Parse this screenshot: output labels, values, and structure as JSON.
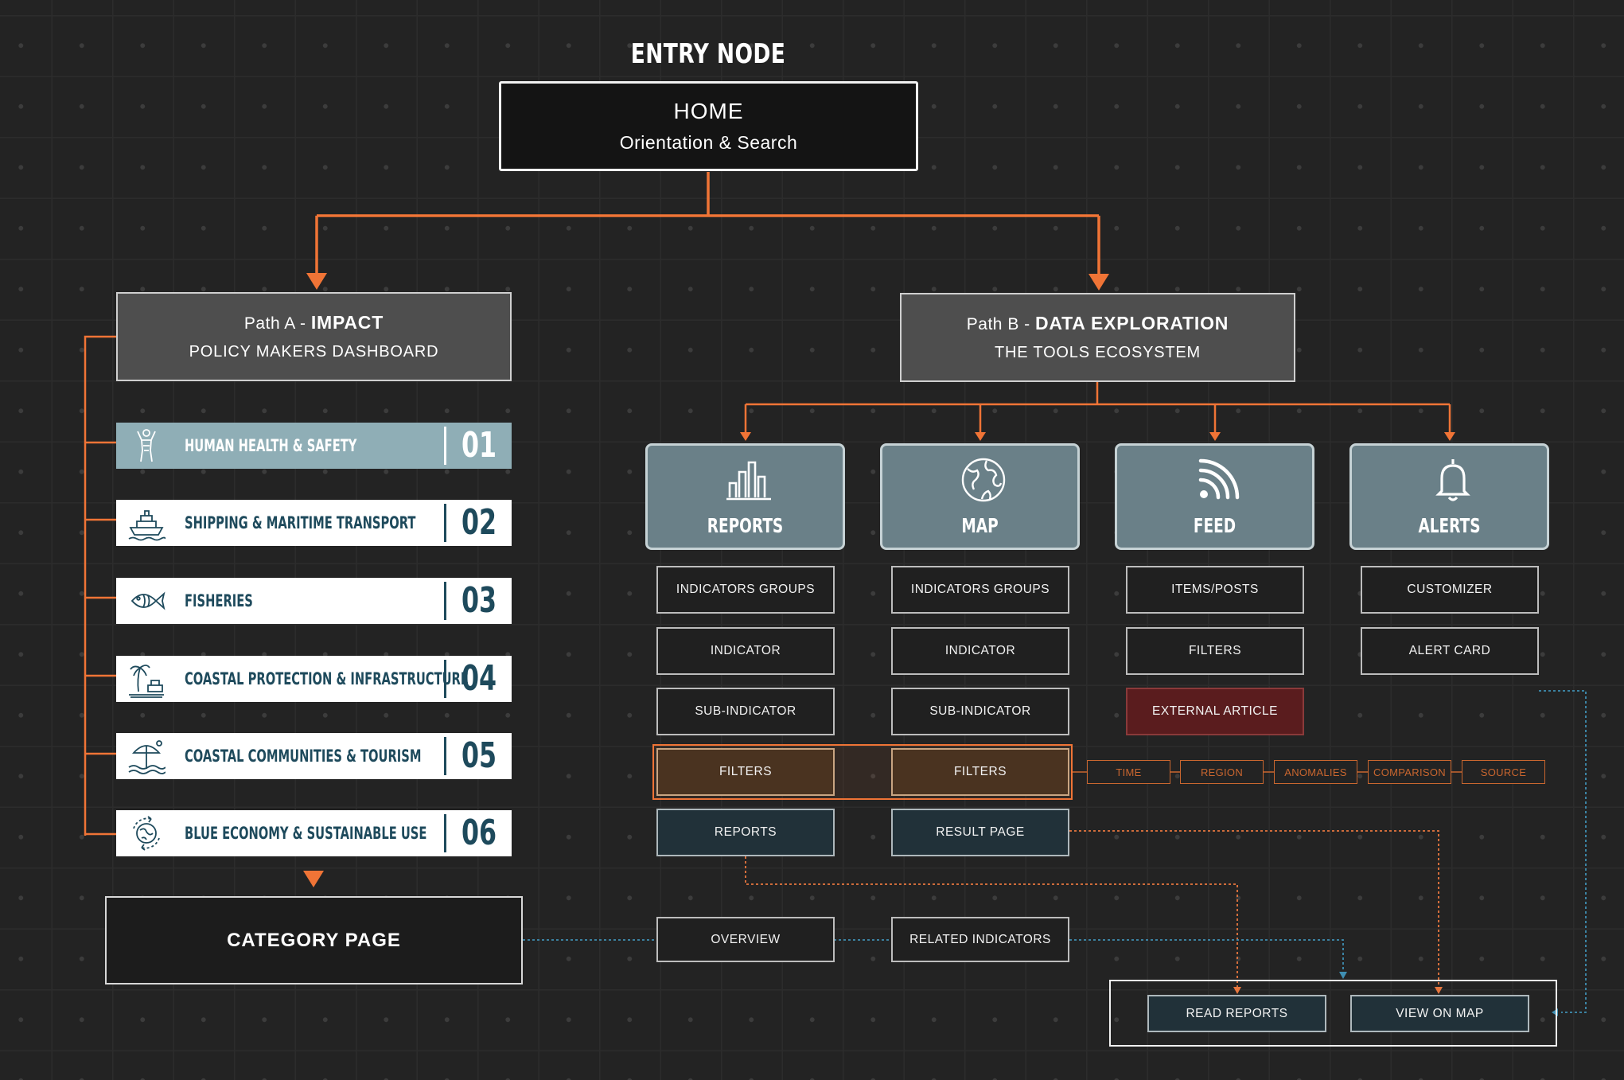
{
  "entry_node": {
    "title": "ENTRY NODE"
  },
  "home": {
    "title": "HOME",
    "subtitle": "Orientation & Search"
  },
  "path_a": {
    "prefix": "Path A - ",
    "name": "IMPACT",
    "subtitle": "POLICY MAKERS DASHBOARD"
  },
  "path_b": {
    "prefix": "Path B - ",
    "name": "DATA EXPLORATION",
    "subtitle": "THE TOOLS ECOSYSTEM"
  },
  "categories": [
    {
      "label": "HUMAN HEALTH & SAFETY",
      "number": "01",
      "icon": "person-icon",
      "active": true
    },
    {
      "label": "SHIPPING & MARITIME TRANSPORT",
      "number": "02",
      "icon": "ship-icon"
    },
    {
      "label": "FISHERIES",
      "number": "03",
      "icon": "fish-icon"
    },
    {
      "label": "COASTAL PROTECTION & INFRASTRUCTURE",
      "number": "04",
      "icon": "palm-coast-icon"
    },
    {
      "label": "COASTAL COMMUNITIES & TOURISM",
      "number": "05",
      "icon": "beach-umbrella-icon"
    },
    {
      "label": "BLUE ECONOMY & SUSTAINABLE USE",
      "number": "06",
      "icon": "globe-cycle-icon"
    }
  ],
  "category_page": {
    "label": "CATEGORY PAGE"
  },
  "tools": [
    {
      "label": "REPORTS",
      "icon": "bar-chart-icon"
    },
    {
      "label": "MAP",
      "icon": "globe-icon"
    },
    {
      "label": "FEED",
      "icon": "rss-icon"
    },
    {
      "label": "ALERTS",
      "icon": "bell-icon"
    }
  ],
  "reports_column": {
    "items": [
      "INDICATORS GROUPS",
      "INDICATOR",
      "SUB-INDICATOR"
    ],
    "filters": "FILTERS",
    "output": "REPORTS",
    "overview": "OVERVIEW"
  },
  "map_column": {
    "items": [
      "INDICATORS GROUPS",
      "INDICATOR",
      "SUB-INDICATOR"
    ],
    "filters": "FILTERS",
    "output": "RESULT PAGE",
    "related": "RELATED  INDICATORS"
  },
  "feed_column": {
    "items": [
      "ITEMS/POSTS",
      "FILTERS"
    ],
    "external": "EXTERNAL ARTICLE"
  },
  "alerts_column": {
    "items": [
      "CUSTOMIZER",
      "ALERT CARD"
    ]
  },
  "filter_types": [
    "TIME",
    "REGION",
    "ANOMALIES",
    "COMPARISON",
    "SOURCE"
  ],
  "destinations": {
    "read_reports": "READ REPORTS",
    "view_on_map": "VIEW ON MAP"
  },
  "colors": {
    "accent_orange": "#f07436",
    "dotted_orange": "#e8773f",
    "dotted_blue": "#3f8fb3",
    "teal_dark": "#1e4a5c",
    "tool_fill": "#6a8088",
    "category_active": "#8faeb6",
    "external_article_fill": "#5a1c1e",
    "dark_action_fill": "#213139"
  }
}
